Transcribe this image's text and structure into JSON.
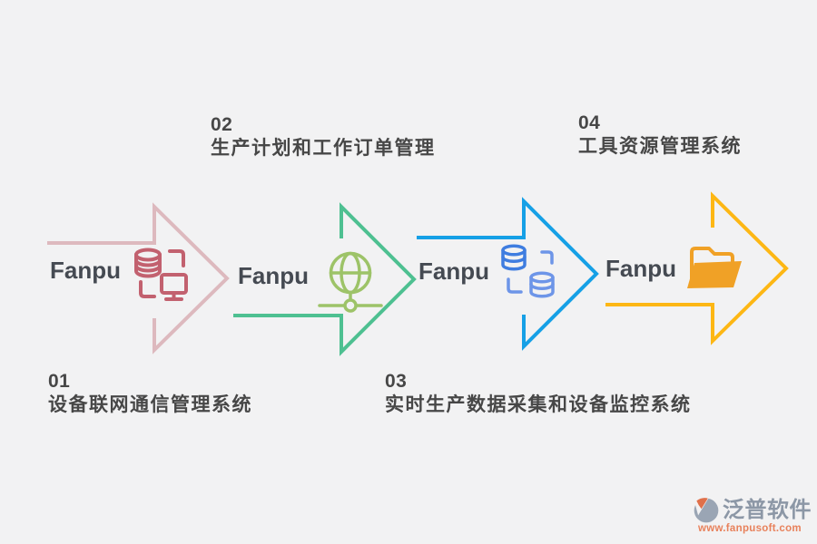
{
  "page": {
    "background": "#f2f2f3"
  },
  "steps": [
    {
      "number": "01",
      "title": "设备联网通信管理系统",
      "brand": "Fanpu",
      "arrow_color": "#ddb9be",
      "icon_color": "#c2616f",
      "icon": "database-monitor-icon"
    },
    {
      "number": "02",
      "title": "生产计划和工作订单管理",
      "brand": "Fanpu",
      "arrow_color": "#4ec091",
      "icon_color": "#9dc368",
      "icon": "network-globe-icon"
    },
    {
      "number": "03",
      "title": "实时生产数据采集和设备监控系统",
      "brand": "Fanpu",
      "arrow_color": "#16a0e6",
      "icon_color": "#3f7de0",
      "icon_color2": "#6d95e8",
      "icon": "databases-sync-icon"
    },
    {
      "number": "04",
      "title": "工具资源管理系统",
      "brand": "Fanpu",
      "arrow_color": "#fdb714",
      "icon_color": "#f0a126",
      "icon": "open-folder-icon"
    }
  ],
  "watermark": {
    "brand": "泛普软件",
    "url": "www.fanpusoft.com",
    "brand_color": "#8c97a6",
    "url_color": "#e8815b",
    "logo_gray": "#9aa5b4",
    "logo_orange": "#e0704a"
  }
}
